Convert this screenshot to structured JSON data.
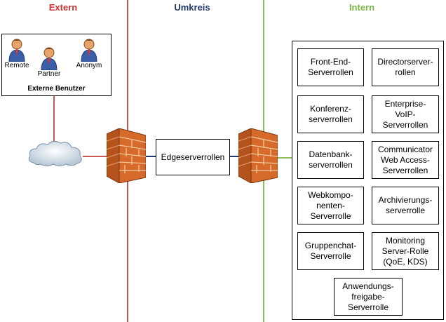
{
  "zones": {
    "extern": {
      "label": "Extern",
      "color": "#cc3333"
    },
    "umkreis": {
      "label": "Umkreis",
      "color": "#1f3a6e"
    },
    "intern": {
      "label": "Intern",
      "color": "#7ab648"
    }
  },
  "external_users": {
    "title": "Externe Benutzer",
    "users": [
      {
        "label": "Remote",
        "icon": "person-icon"
      },
      {
        "label": "Partner",
        "icon": "person-icon"
      },
      {
        "label": "Anonym",
        "icon": "person-icon"
      }
    ]
  },
  "cloud": {
    "icon": "cloud-icon"
  },
  "firewalls": [
    {
      "icon": "firewall-icon"
    },
    {
      "icon": "firewall-icon"
    }
  ],
  "edge": {
    "label": "Edgeserverrollen"
  },
  "internal_roles": [
    "Front-End-\nServerrollen",
    "Directorserver-\nrollen",
    "Konferenz-\nserverrollen",
    "Enterprise-\nVoIP-\nServerrollen",
    "Datenbank-\nserverrollen",
    "Communicator\nWeb Access-\nServerrollen",
    "Webkompo-\nnenten-\nServerrolle",
    "Archivierungs-\nserverrolle",
    "Gruppenchat-\nServerrolle",
    "Monitoring\nServer-Rolle\n(QoE, KDS)",
    "Anwendungs-\nfreigabe-\nServerrolle"
  ]
}
